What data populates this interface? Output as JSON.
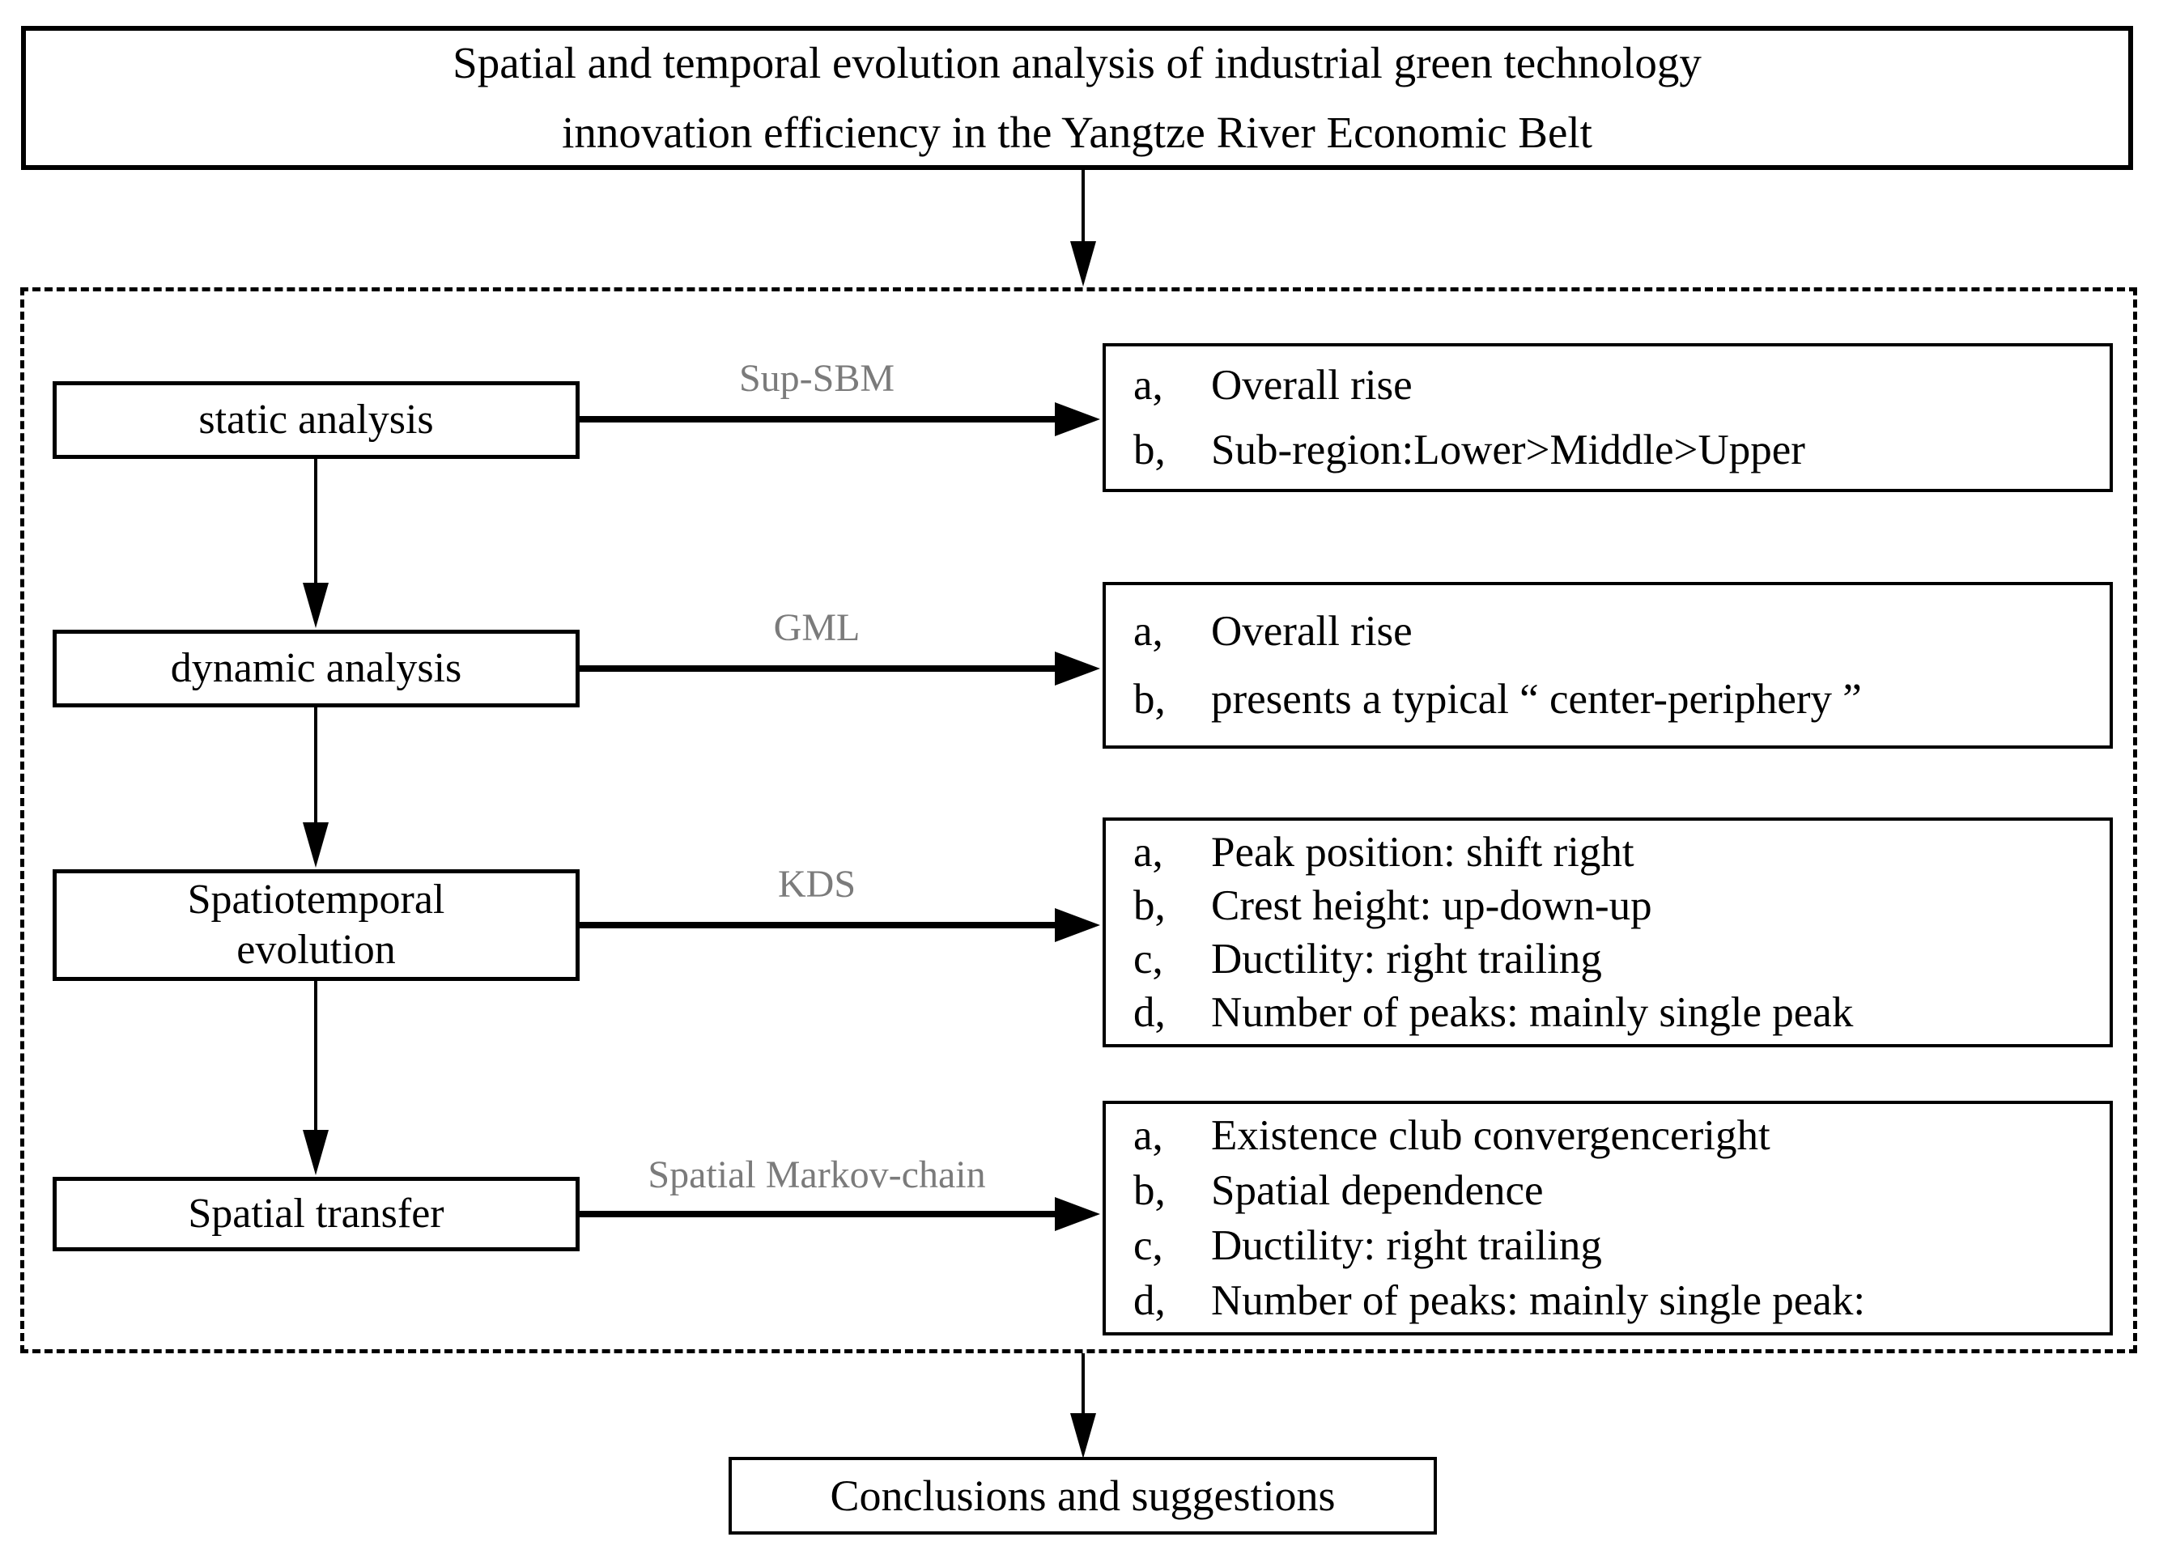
{
  "title": {
    "line1": "Spatial and temporal evolution analysis of industrial green technology",
    "line2": "innovation efficiency in the Yangtze River Economic Belt"
  },
  "rows": [
    {
      "node": "static analysis",
      "method": "Sup-SBM",
      "results": [
        {
          "marker": "a、",
          "text": "Overall rise"
        },
        {
          "marker": "b、",
          "text": "Sub-region:Lower>Middle>Upper"
        }
      ]
    },
    {
      "node": "dynamic analysis",
      "method": "GML",
      "results": [
        {
          "marker": "a、",
          "text": "Overall rise"
        },
        {
          "marker": "b、",
          "text": "presents a typical “ center-periphery ”"
        }
      ]
    },
    {
      "node": "Spatiotemporal\nevolution",
      "method": "KDS",
      "results": [
        {
          "marker": "a、",
          "text": "Peak position: shift right"
        },
        {
          "marker": "b、",
          "text": "Crest height: up-down-up"
        },
        {
          "marker": "c、",
          "text": "Ductility: right trailing"
        },
        {
          "marker": "d、",
          "text": "Number of peaks: mainly single peak"
        }
      ]
    },
    {
      "node": "Spatial transfer",
      "method": "Spatial Markov-chain",
      "results": [
        {
          "marker": "a、",
          "text": "Existence club convergenceright"
        },
        {
          "marker": "b、",
          "text": "Spatial dependence"
        },
        {
          "marker": "c、",
          "text": "Ductility: right trailing"
        },
        {
          "marker": "d、",
          "text": "Number of peaks: mainly single peak:"
        }
      ]
    }
  ],
  "conclusion": "Conclusions and suggestions",
  "colors": {
    "method_label": "#7b7b7b",
    "line": "#000000",
    "background": "#ffffff"
  }
}
